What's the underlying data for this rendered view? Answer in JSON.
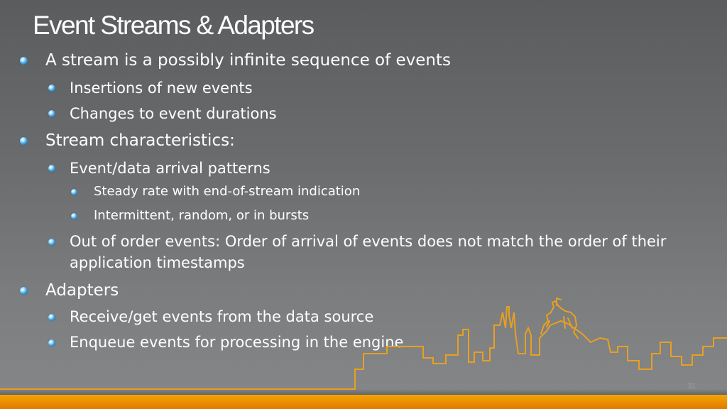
{
  "slide": {
    "title": "Event Streams & Adapters",
    "page_number": "31",
    "colors": {
      "accent_bar": "#f5a300",
      "skyline_line": "#e8a020",
      "bullet": "#3aa0e0",
      "text": "#ffffff"
    },
    "bullets": [
      {
        "level": 1,
        "text": "A stream is a possibly infinite sequence of events"
      },
      {
        "level": 2,
        "text": "Insertions of new events"
      },
      {
        "level": 2,
        "text": "Changes to event durations"
      },
      {
        "level": 1,
        "text": "Stream characteristics:"
      },
      {
        "level": 2,
        "text": "Event/data arrival patterns"
      },
      {
        "level": 3,
        "text": "Steady rate with end-of-stream indication"
      },
      {
        "level": 3,
        "text": "Intermittent, random, or in bursts"
      },
      {
        "level": 2,
        "text": "Out of order events: Order of arrival of events does not match the order of their"
      },
      {
        "level": 2,
        "text": "application timestamps",
        "continuation": true
      },
      {
        "level": 1,
        "text": "Adapters"
      },
      {
        "level": 2,
        "text": "Receive/get events from the data source"
      },
      {
        "level": 2,
        "text": "Enqueue events for processing in the engine"
      }
    ]
  }
}
